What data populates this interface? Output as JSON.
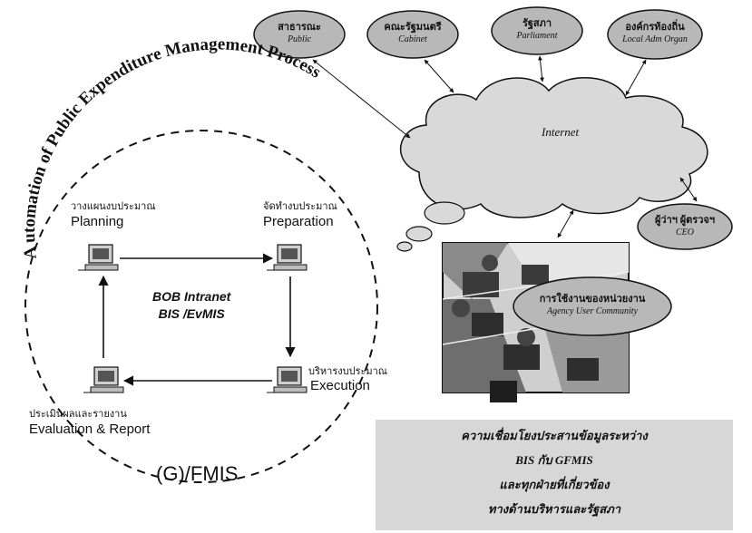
{
  "curved_title": "A utomation of Public Expenditure Management Process",
  "internet_label": "Internet",
  "ovals": {
    "public": {
      "th": "สาธารณะ",
      "en": "Public"
    },
    "cabinet": {
      "th": "คณะรัฐมนตรี",
      "en": "Cabinet"
    },
    "parliament": {
      "th": "รัฐสภา",
      "en": "Parliament"
    },
    "local": {
      "th": "องค์กรท้องถิ่น",
      "en": "Local Adm Organ"
    },
    "ceo": {
      "th": "ผู้ว่าฯ ผู้ตรวจฯ",
      "en": "CEO"
    },
    "agency": {
      "th": "การใช้งานของหน่วยงาน",
      "en": "Agency User Community"
    }
  },
  "stages": {
    "planning": {
      "th": "วางแผนงบประมาณ",
      "en": "Planning"
    },
    "preparation": {
      "th": "จัดทำงบประมาณ",
      "en": "Preparation"
    },
    "execution": {
      "th": "บริหารงบประมาณ",
      "en": "Execution"
    },
    "evaluation": {
      "th": "ประเมินผลและรายงาน",
      "en": "Evaluation & Report"
    }
  },
  "center": {
    "line1": "BOB Intranet",
    "line2": "BIS /EvMIS"
  },
  "fmis": "(G)/FMIS",
  "note": [
    "ความเชื่อมโยงประสานข้อมูลระหว่าง",
    "BIS กับ GFMIS",
    "และทุกฝ่ายที่เกี่ยวข้อง",
    "ทางด้านบริหารและรัฐสภา"
  ]
}
